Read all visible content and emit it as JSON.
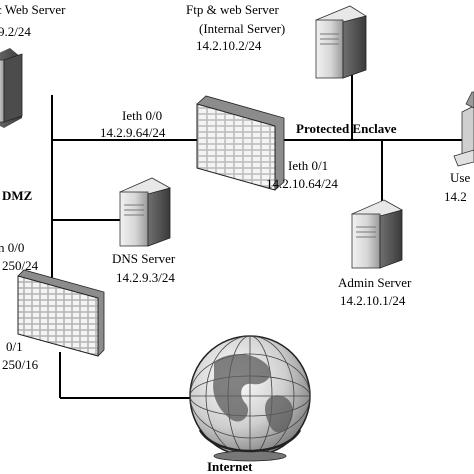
{
  "labels": {
    "public_server_name": "c Web Server",
    "public_server_ip": "9.2/24",
    "ftp_server_name": "Ftp & web Server",
    "ftp_server_role": "(Internal Server)",
    "ftp_server_ip": "14.2.10.2/24",
    "ieth00_name": "Ieth 0/0",
    "ieth00_ip": "14.2.9.64/24",
    "protected_enclave": "Protected Enclave",
    "ieth01_name": "Ieth 0/1",
    "ieth01_ip": "14.2.10.64/24",
    "user_name": "Use",
    "user_ip": "14.2",
    "dmz": "DMZ",
    "dns_server_name": "DNS Server",
    "dns_server_ip": "14.2.9.3/24",
    "admin_server_name": "Admin Server",
    "admin_server_ip": "14.2.10.1/24",
    "outer00_name": "n 0/0",
    "outer00_ip": "250/24",
    "outer01_name": "0/1",
    "outer01_ip": "250/16",
    "internet": "Internet"
  }
}
